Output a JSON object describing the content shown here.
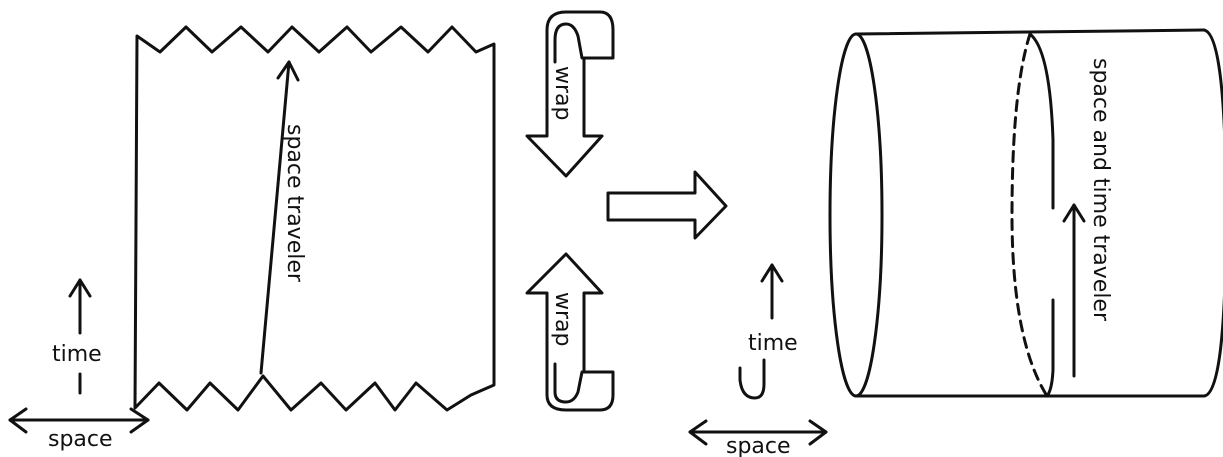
{
  "labels": {
    "time_left": "time",
    "space_left": "space",
    "space_traveler": "space traveler",
    "wrap_top": "wrap",
    "wrap_bottom": "wrap",
    "time_right": "time",
    "space_right": "space",
    "space_and_time_traveler": "space and time traveler"
  },
  "colors": {
    "ink": "#111111",
    "background": "#ffffff"
  }
}
